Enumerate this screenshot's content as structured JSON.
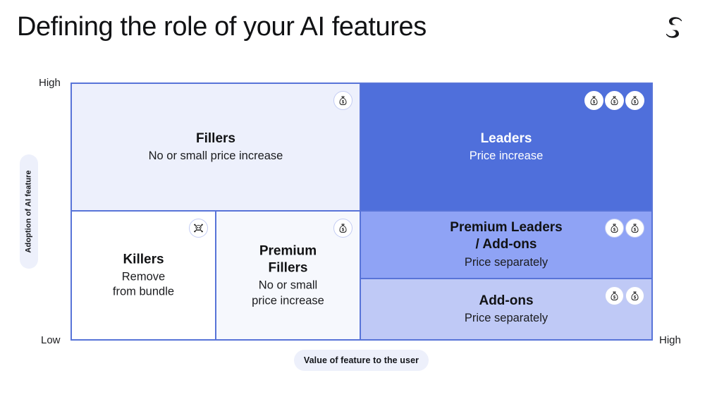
{
  "header": {
    "title": "Defining the role of your AI features",
    "logo_name": "brand-logo"
  },
  "axes": {
    "y_title": "Adoption of AI feature",
    "y_high": "High",
    "y_low": "Low",
    "x_title": "Value of feature to the user",
    "x_high": "High"
  },
  "colors": {
    "leaders": "#4F6FDB",
    "premium_leaders": "#8FA3F5",
    "addons": "#BFC9F6",
    "fillers": "#EDF0FC",
    "premium_fillers": "#F6F8FD",
    "killers": "#FFFFFF",
    "border": "#5874D8",
    "pill_bg": "#EDF0FB",
    "title_text": "#111214"
  },
  "matrix": {
    "cells": [
      {
        "key": "fillers",
        "title": "Fillers",
        "subtitle": "No or small price increase",
        "icon": "money-bag-icon",
        "icon_count": 1,
        "quadrant": "high-adoption / low-value"
      },
      {
        "key": "leaders",
        "title": "Leaders",
        "subtitle": "Price increase",
        "icon": "money-bag-icon",
        "icon_count": 3,
        "quadrant": "high-adoption / high-value"
      },
      {
        "key": "killers",
        "title": "Killers",
        "subtitle": "Remove\nfrom bundle",
        "icon": "skull-crossbones-icon",
        "icon_count": 1,
        "quadrant": "low-adoption / lowest-value"
      },
      {
        "key": "premium_fillers",
        "title": "Premium\nFillers",
        "subtitle": "No or small\nprice increase",
        "icon": "money-bag-icon",
        "icon_count": 1,
        "quadrant": "low-adoption / low-value"
      },
      {
        "key": "premium_leaders",
        "title": "Premium Leaders\n/ Add-ons",
        "subtitle": "Price separately",
        "icon": "money-bag-icon",
        "icon_count": 2,
        "quadrant": "mid-adoption / high-value"
      },
      {
        "key": "addons",
        "title": "Add-ons",
        "subtitle": "Price separately",
        "icon": "money-bag-icon",
        "icon_count": 2,
        "quadrant": "low-adoption / high-value"
      }
    ]
  },
  "chart_data": {
    "type": "table",
    "title": "Defining the role of your AI features",
    "xlabel": "Value of feature to the user",
    "ylabel": "Adoption of AI feature",
    "x_ticks": [
      "",
      "High"
    ],
    "y_ticks": [
      "High",
      "Low"
    ],
    "categories": [
      "Fillers",
      "Leaders",
      "Killers",
      "Premium Fillers",
      "Premium Leaders / Add-ons",
      "Add-ons"
    ],
    "values": [
      1,
      3,
      0,
      1,
      2,
      2
    ],
    "annotations": [
      "Fillers: No or small price increase",
      "Leaders: Price increase",
      "Killers: Remove from bundle",
      "Premium Fillers: No or small price increase",
      "Premium Leaders / Add-ons: Price separately",
      "Add-ons: Price separately"
    ]
  }
}
